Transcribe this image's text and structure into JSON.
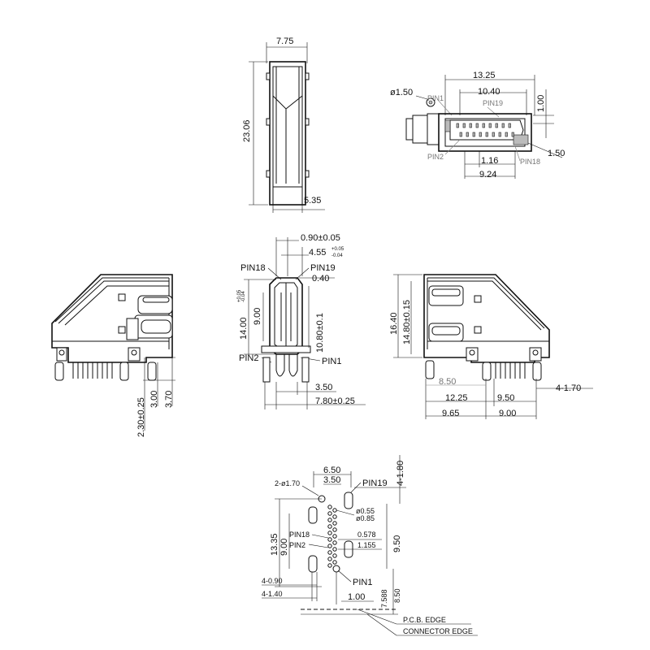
{
  "top_view": {
    "width": "7.75",
    "height": "23.06",
    "bottom_width": "5.35"
  },
  "front_view": {
    "hole_dia": "ø1.50",
    "pin1": "PIN1",
    "pin19": "PIN19",
    "pin2": "PIN2",
    "pin18": "PIN18",
    "overall_width": "13.25",
    "inner_width": "10.40",
    "offset_right": "1.00",
    "pitch": "1.16",
    "pin_span": "9.24",
    "corner": "1.50"
  },
  "side_view_left": {
    "d1": "2.30±0.25",
    "d2": "3.00",
    "d3": "3.70"
  },
  "section_view": {
    "thickness": "0.90±0.05",
    "depth": "4.55",
    "depth_tol_plus": "+0.05",
    "depth_tol_minus": "-0.04",
    "pin18": "PIN18",
    "pin19": "PIN19",
    "gap": "0.40",
    "height": "14.00",
    "height_tol_plus": "+0.05",
    "height_tol_minus": "-0.04",
    "inner": "9.00",
    "body": "10.80±0.1",
    "pin2": "PIN2",
    "pin1": "PIN1",
    "pin_row": "3.50",
    "total": "7.80±0.25"
  },
  "side_view_right": {
    "h_outer": "16.40",
    "h_inner": "14.80±0.15",
    "w1": "8.50",
    "w2": "12.25",
    "w3": "9.50",
    "w4": "4-1.70",
    "w5": "9.65",
    "w6": "9.00"
  },
  "footprint": {
    "width_outer": "6.50",
    "width_inner": "3.50",
    "holes": "2-ø1.70",
    "pin19": "PIN19",
    "slots": "4-1.80",
    "pad_dia_a": "ø0.55",
    "pad_dia_b": "ø0.85",
    "pin18": "PIN18",
    "pitch_a": "0.578",
    "pitch_b": "1.155",
    "pin2": "PIN2",
    "height_left": "13.35",
    "inner_left": "9.00",
    "height_right": "9.50",
    "pin1": "PIN1",
    "slot_a": "4-0.90",
    "slot_b": "4-1.40",
    "offset": "1.00",
    "edge_gap": "7.588",
    "edge_dist": "8.50",
    "pcb_edge": "P.C.B. EDGE",
    "connector_edge": "CONNECTOR EDGE"
  }
}
